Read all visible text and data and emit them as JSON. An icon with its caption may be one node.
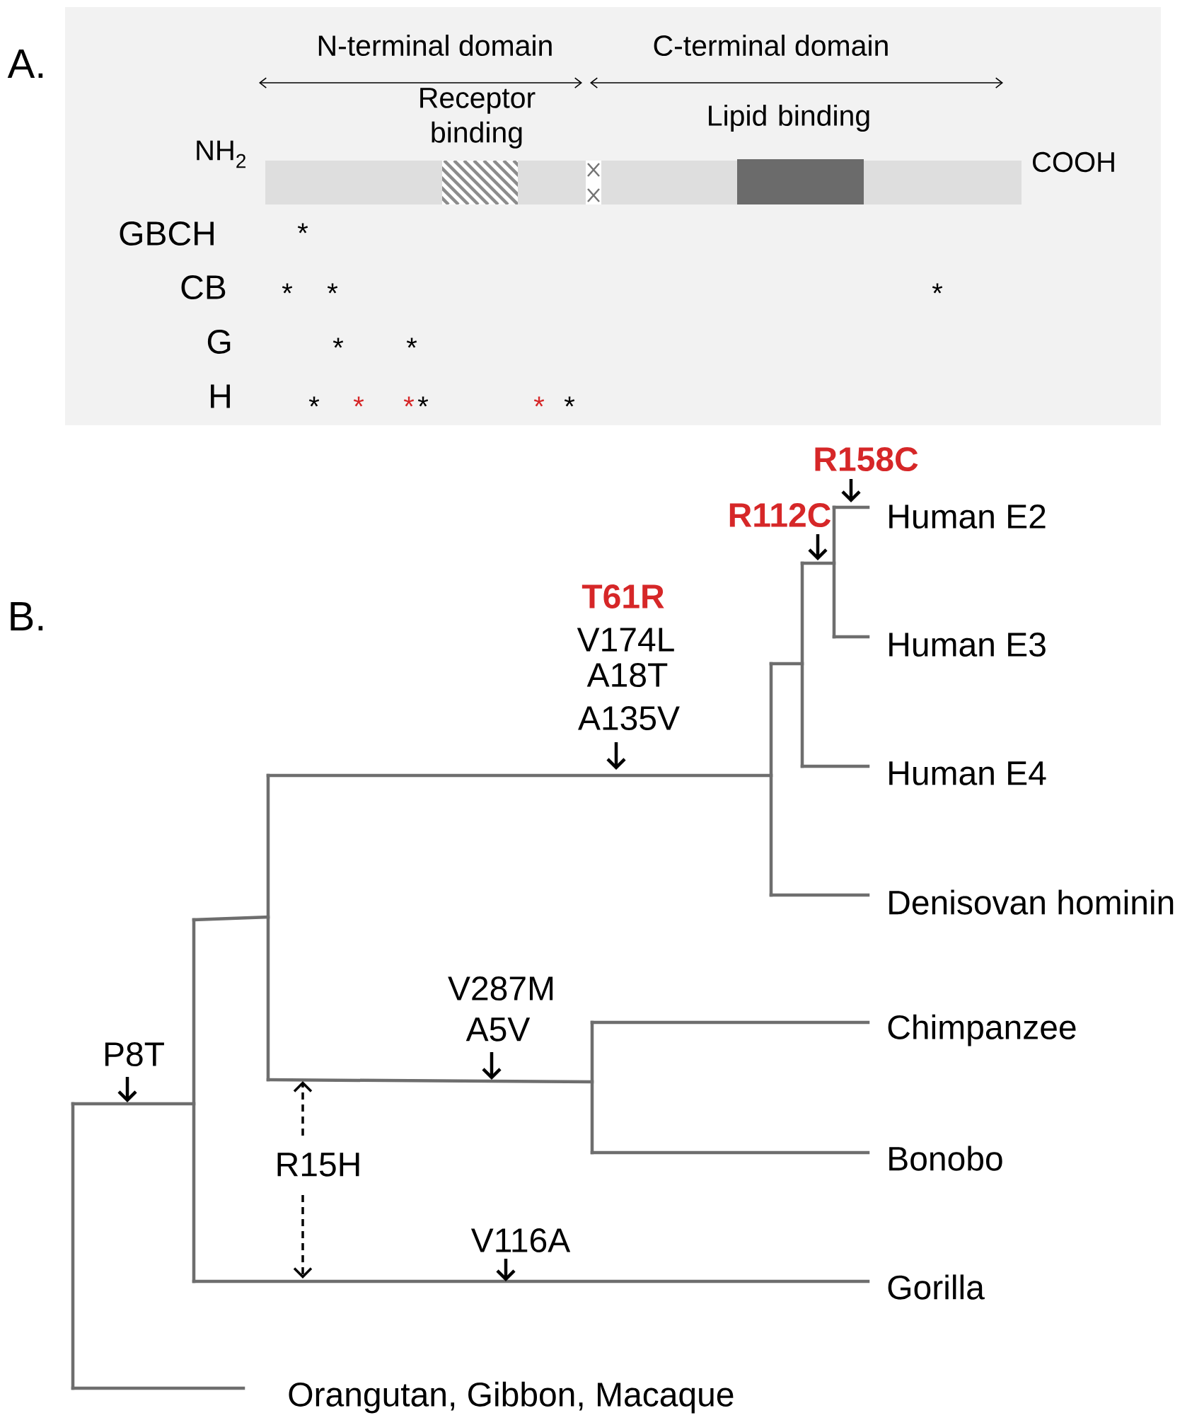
{
  "diagram": {
    "labels": [
      "A.",
      "N-terminal domain",
      "C-terminal domain",
      "Receptor binding",
      "Lipid binding",
      "NH$_{2}$",
      "COOH",
      "GBCH",
      "*",
      "CB",
      "*",
      "*",
      "*",
      "G",
      "*",
      "*",
      "H",
      "*",
      "*",
      "*",
      "*",
      "*",
      "*",
      "R158C",
      "R112C",
      "Human E2",
      "B.",
      "T61R",
      "V174L",
      "A18T",
      "A135V",
      "Human E3",
      "Human E4",
      "Denisovan hominin",
      "V287M",
      "A5V",
      "Chimpanzee",
      "P8T",
      "R15H",
      "Bonobo",
      "V116A",
      "Gorilla",
      "Orangutan, Gibbon, Macaque"
    ]
  }
}
